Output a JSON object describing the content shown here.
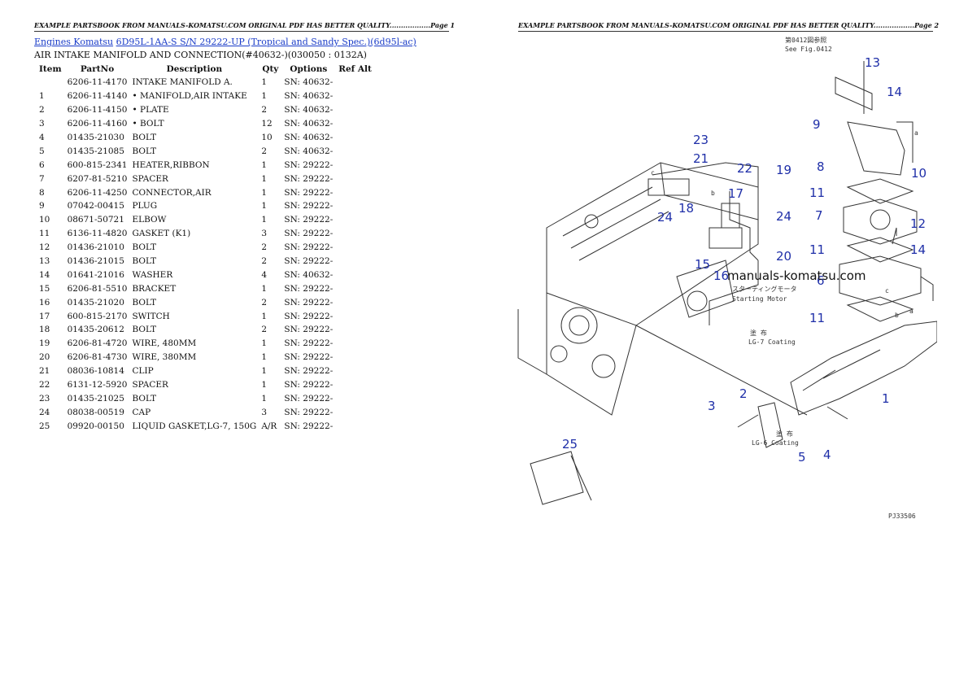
{
  "page1_header": "EXAMPLE PARTSBOOK FROM MANUALS-KOMATSU.COM ORIGINAL PDF HAS BETTER QUALITY..................Page 1",
  "page2_header": "EXAMPLE PARTSBOOK FROM MANUALS-KOMATSU.COM ORIGINAL PDF HAS BETTER QUALITY..................Page 2",
  "breadcrumb": {
    "link1": "Engines Komatsu",
    "link2": "6D95L-1AA-S S/N 29222-UP (Tropical and Sandy Spec.)(6d95l-ac)"
  },
  "subtitle": "AIR INTAKE MANIFOLD AND CONNECTION(#40632-)(030050 : 0132A)",
  "columns": [
    "Item",
    "PartNo",
    "Description",
    "Qty",
    "Options",
    "Ref Alt"
  ],
  "rows": [
    {
      "item": "",
      "part": "6206-11-4170",
      "desc": "INTAKE MANIFOLD A.",
      "qty": "1",
      "opt": "SN: 40632-"
    },
    {
      "item": "1",
      "part": "6206-11-4140",
      "desc": "• MANIFOLD,AIR INTAKE",
      "qty": "1",
      "opt": "SN: 40632-"
    },
    {
      "item": "2",
      "part": "6206-11-4150",
      "desc": "• PLATE",
      "qty": "2",
      "opt": "SN: 40632-"
    },
    {
      "item": "3",
      "part": "6206-11-4160",
      "desc": "• BOLT",
      "qty": "12",
      "opt": "SN: 40632-"
    },
    {
      "item": "4",
      "part": "01435-21030",
      "desc": "BOLT",
      "qty": "10",
      "opt": "SN: 40632-"
    },
    {
      "item": "5",
      "part": "01435-21085",
      "desc": "BOLT",
      "qty": "2",
      "opt": "SN: 40632-"
    },
    {
      "item": "6",
      "part": "600-815-2341",
      "desc": "HEATER,RIBBON",
      "qty": "1",
      "opt": "SN: 29222-"
    },
    {
      "item": "7",
      "part": "6207-81-5210",
      "desc": "SPACER",
      "qty": "1",
      "opt": "SN: 29222-"
    },
    {
      "item": "8",
      "part": "6206-11-4250",
      "desc": "CONNECTOR,AIR",
      "qty": "1",
      "opt": "SN: 29222-"
    },
    {
      "item": "9",
      "part": "07042-00415",
      "desc": "PLUG",
      "qty": "1",
      "opt": "SN: 29222-"
    },
    {
      "item": "10",
      "part": "08671-50721",
      "desc": "ELBOW",
      "qty": "1",
      "opt": "SN: 29222-"
    },
    {
      "item": "11",
      "part": "6136-11-4820",
      "desc": "GASKET (K1)",
      "qty": "3",
      "opt": "SN: 29222-"
    },
    {
      "item": "12",
      "part": "01436-21010",
      "desc": "BOLT",
      "qty": "2",
      "opt": "SN: 29222-"
    },
    {
      "item": "13",
      "part": "01436-21015",
      "desc": "BOLT",
      "qty": "2",
      "opt": "SN: 29222-"
    },
    {
      "item": "14",
      "part": "01641-21016",
      "desc": "WASHER",
      "qty": "4",
      "opt": "SN: 40632-"
    },
    {
      "item": "15",
      "part": "6206-81-5510",
      "desc": "BRACKET",
      "qty": "1",
      "opt": "SN: 29222-"
    },
    {
      "item": "16",
      "part": "01435-21020",
      "desc": "BOLT",
      "qty": "2",
      "opt": "SN: 29222-"
    },
    {
      "item": "17",
      "part": "600-815-2170",
      "desc": "SWITCH",
      "qty": "1",
      "opt": "SN: 29222-"
    },
    {
      "item": "18",
      "part": "01435-20612",
      "desc": "BOLT",
      "qty": "2",
      "opt": "SN: 29222-"
    },
    {
      "item": "19",
      "part": "6206-81-4720",
      "desc": "WIRE, 480MM",
      "qty": "1",
      "opt": "SN: 29222-"
    },
    {
      "item": "20",
      "part": "6206-81-4730",
      "desc": "WIRE, 380MM",
      "qty": "1",
      "opt": "SN: 29222-"
    },
    {
      "item": "21",
      "part": "08036-10814",
      "desc": "CLIP",
      "qty": "1",
      "opt": "SN: 29222-"
    },
    {
      "item": "22",
      "part": "6131-12-5920",
      "desc": "SPACER",
      "qty": "1",
      "opt": "SN: 29222-"
    },
    {
      "item": "23",
      "part": "01435-21025",
      "desc": "BOLT",
      "qty": "1",
      "opt": "SN: 29222-"
    },
    {
      "item": "24",
      "part": "08038-00519",
      "desc": "CAP",
      "qty": "3",
      "opt": "SN: 29222-"
    },
    {
      "item": "25",
      "part": "09920-00150",
      "desc": "LIQUID GASKET,LG-7, 150G",
      "qty": "A/R",
      "opt": "SN: 29222-"
    }
  ],
  "diagram": {
    "callouts": [
      "13",
      "14",
      "9",
      "8",
      "10",
      "11",
      "7",
      "12",
      "11",
      "14",
      "6",
      "11",
      "1",
      "23",
      "21",
      "22",
      "19",
      "17",
      "18",
      "24",
      "24",
      "15",
      "16",
      "20",
      "2",
      "3",
      "4",
      "5",
      "25"
    ],
    "annot_fig": "第0412図参照",
    "annot_fig_en": "See Fig.0412",
    "annot_starting_jp": "スターティングモータ",
    "annot_starting_en": "Starting Motor",
    "annot_lg7_jp": "塗 布",
    "annot_lg7": "LG-7 Coating",
    "annot_lg6_jp": "塗 布",
    "annot_lg6": "LG-6 Coating",
    "letters": [
      "a",
      "a",
      "b",
      "b",
      "c",
      "c"
    ],
    "watermark": "manuals-komatsu.com",
    "code": "PJ33506"
  }
}
